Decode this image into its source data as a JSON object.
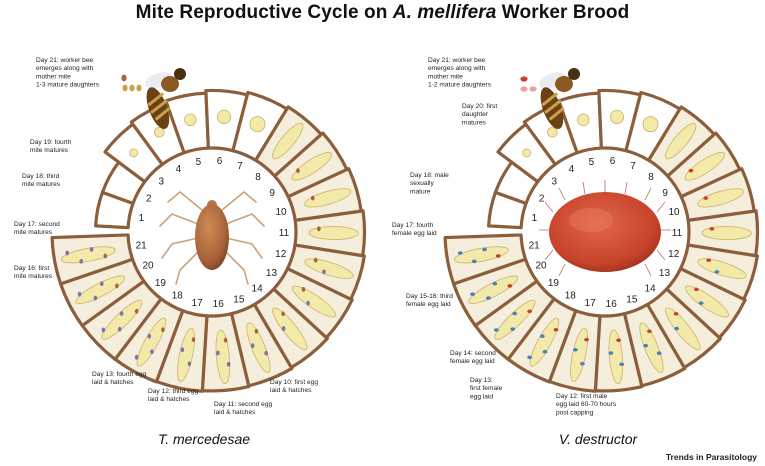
{
  "title": {
    "prefix": "Mite Reproductive Cycle on ",
    "species": "A. mellifera",
    "suffix": " Worker Brood"
  },
  "credit": "Trends in Parasitology",
  "colors": {
    "cell_wall": "#8b5e3c",
    "cell_fill": "#f6eedd",
    "larva": "#f3e9a8",
    "larva_edge": "#c9b36a",
    "tm_mite": "#a8643a",
    "vd_mite": "#c7432a",
    "vd_egg": "#e8a0a0"
  },
  "panels": [
    {
      "species": "T. mercedesae",
      "icon": "tm-mite-icon",
      "days": [
        "1",
        "2",
        "3",
        "4",
        "5",
        "6",
        "7",
        "8",
        "9",
        "10",
        "11",
        "12",
        "13",
        "14",
        "15",
        "16",
        "17",
        "18",
        "19",
        "20",
        "21"
      ],
      "annotations": [
        {
          "lines": [
            "Day 21: worker bee",
            "emerges along with",
            "mother mite",
            "1-3 mature daughters"
          ]
        },
        {
          "lines": [
            "Day 19: fourth",
            "mite matures"
          ]
        },
        {
          "lines": [
            "Day 18: third",
            "mite matures"
          ]
        },
        {
          "lines": [
            "Day 17: second",
            "mite matures"
          ]
        },
        {
          "lines": [
            "Day 16: first",
            "mite matures"
          ]
        },
        {
          "lines": [
            "Day 13: fourth egg",
            "laid & hatches"
          ]
        },
        {
          "lines": [
            "Day 12: third egg",
            "laid & hatches"
          ]
        },
        {
          "lines": [
            "Day 11: second egg",
            "laid & hatches"
          ]
        },
        {
          "lines": [
            "Day 10: first egg",
            "laid & hatches"
          ]
        }
      ]
    },
    {
      "species": "V. destructor",
      "icon": "vd-mite-icon",
      "days": [
        "1",
        "2",
        "3",
        "4",
        "5",
        "6",
        "7",
        "8",
        "9",
        "10",
        "11",
        "12",
        "13",
        "14",
        "15",
        "16",
        "17",
        "18",
        "19",
        "20",
        "21"
      ],
      "annotations": [
        {
          "lines": [
            "Day 21: worker bee",
            "emerges along with",
            "mother mite",
            "1-2 mature daughters"
          ]
        },
        {
          "lines": [
            "Day 20: first",
            "daughter",
            "matures"
          ]
        },
        {
          "lines": [
            "Day 18: male",
            "sexually",
            "mature"
          ]
        },
        {
          "lines": [
            "Day 17: fourth",
            "female egg laid"
          ]
        },
        {
          "lines": [
            "Day 15-16: third",
            "female egg laid"
          ]
        },
        {
          "lines": [
            "Day 14: second",
            "female egg laid"
          ]
        },
        {
          "lines": [
            "Day 13:",
            "first female",
            "egg laid"
          ]
        },
        {
          "lines": [
            "Day 12: first male",
            "egg laid 60-70 hours",
            "post capping"
          ]
        }
      ]
    }
  ]
}
